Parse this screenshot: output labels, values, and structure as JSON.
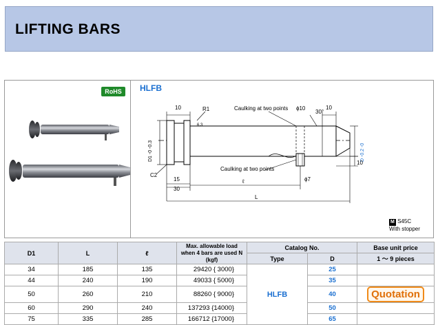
{
  "header": {
    "title": "LIFTING BARS"
  },
  "badges": {
    "rohs": "RoHS"
  },
  "model": {
    "code": "HLFB"
  },
  "drawing": {
    "dims": {
      "top_10_left": "10",
      "r1": "R1",
      "caulking_top": "Caulking at two points",
      "phi10": "ϕ10",
      "angle30": "30°",
      "top_10_right": "10",
      "roughness": "6.3",
      "d1_label": "D1 -0 -0.3",
      "d_label": "D -0.2 -0",
      "c2": "C2",
      "caulking_bottom": "Caulking at two points",
      "right_10": "10",
      "dim15": "15",
      "phi7": "ϕ7",
      "dim30": "30",
      "ell": "ℓ",
      "L": "L"
    }
  },
  "material": {
    "badge": "M",
    "name": "S45C",
    "note": "With stopper"
  },
  "table": {
    "headers": {
      "d1": "D1",
      "L": "L",
      "ell": "ℓ",
      "load": "Max. allowable load when 4 bars are used N (kgf)",
      "catalog": "Catalog No.",
      "type": "Type",
      "D": "D",
      "price": "Base unit price",
      "qty": "1 ～ 9 pieces"
    },
    "type_value": "HLFB",
    "quote_label": "Quotation",
    "rows": [
      {
        "d1": "34",
        "L": "185",
        "ell": "135",
        "load": "29420 { 3000}",
        "D": "25"
      },
      {
        "d1": "44",
        "L": "240",
        "ell": "190",
        "load": "49033 { 5000}",
        "D": "35"
      },
      {
        "d1": "50",
        "L": "260",
        "ell": "210",
        "load": "88260 { 9000}",
        "D": "40"
      },
      {
        "d1": "60",
        "L": "290",
        "ell": "240",
        "load": "137293 {14000}",
        "D": "50"
      },
      {
        "d1": "75",
        "L": "335",
        "ell": "285",
        "load": "166712 {17000}",
        "D": "65"
      }
    ]
  }
}
